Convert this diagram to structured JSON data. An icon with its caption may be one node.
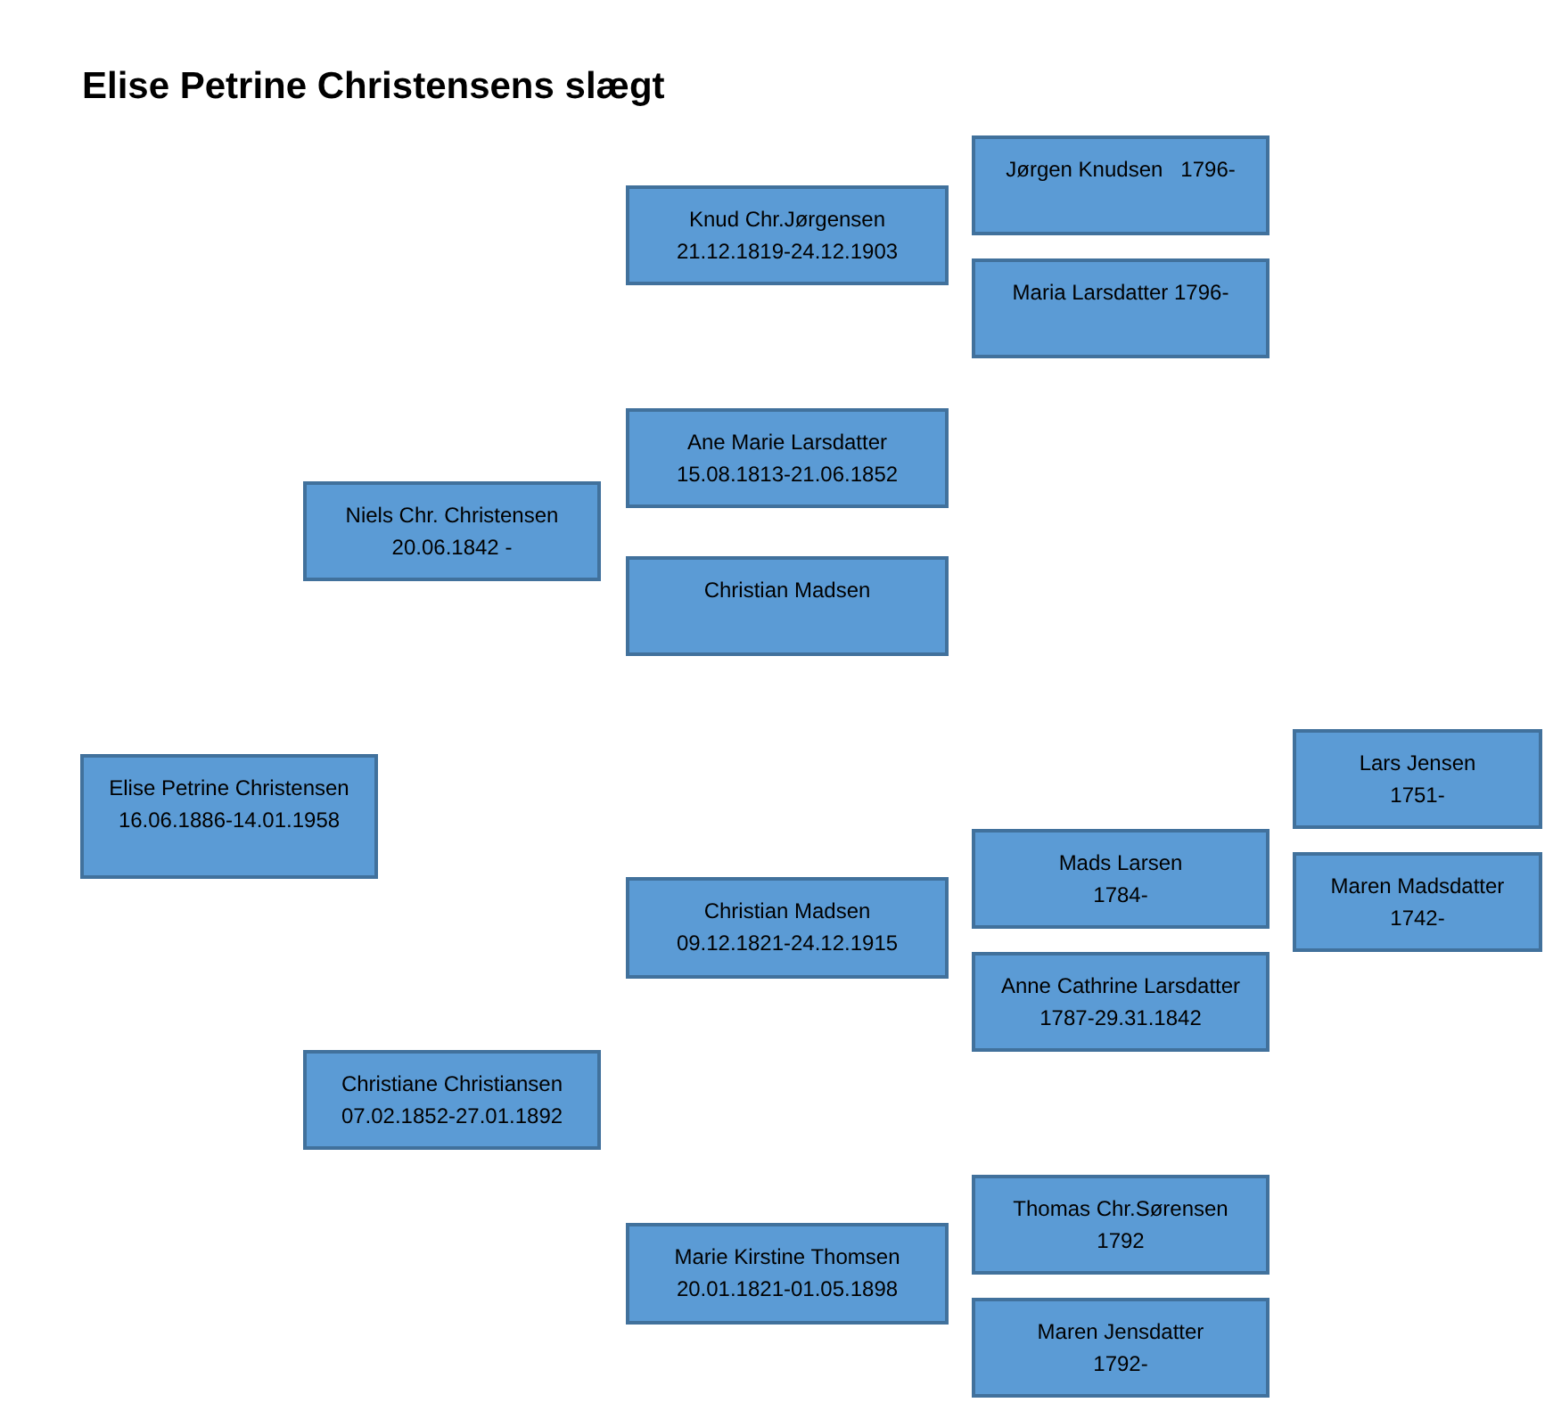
{
  "diagram": {
    "title": "Elise Petrine Christensens slægt",
    "nodes": [
      {
        "text": [
          "Elise Petrine Christensen",
          "16.06.1886-14.01.1958"
        ]
      },
      {
        "text": [
          "Niels Chr. Christensen",
          "20.06.1842 -"
        ]
      },
      {
        "text": [
          "Christiane Christiansen",
          "07.02.1852-27.01.1892"
        ]
      },
      {
        "text": [
          "Knud Chr.Jørgensen",
          "21.12.1819-24.12.1903"
        ]
      },
      {
        "text": [
          "Ane Marie Larsdatter",
          "15.08.1813-21.06.1852"
        ]
      },
      {
        "text": [
          "Christian Madsen"
        ]
      },
      {
        "text": [
          "Christian Madsen",
          "09.12.1821-24.12.1915"
        ]
      },
      {
        "text": [
          "Marie Kirstine Thomsen",
          "20.01.1821-01.05.1898"
        ]
      },
      {
        "text": [
          "Jørgen Knudsen   1796-"
        ]
      },
      {
        "text": [
          "Maria Larsdatter 1796-"
        ]
      },
      {
        "text": [
          "Mads Larsen",
          "1784-"
        ]
      },
      {
        "text": [
          "Anne Cathrine Larsdatter",
          "1787-29.31.1842"
        ]
      },
      {
        "text": [
          "Thomas Chr.Sørensen",
          "1792"
        ]
      },
      {
        "text": [
          "Maren Jensdatter",
          "1792-"
        ]
      },
      {
        "text": [
          "Lars Jensen",
          "1751-"
        ]
      },
      {
        "text": [
          "Maren Madsdatter",
          "1742-"
        ]
      }
    ]
  }
}
